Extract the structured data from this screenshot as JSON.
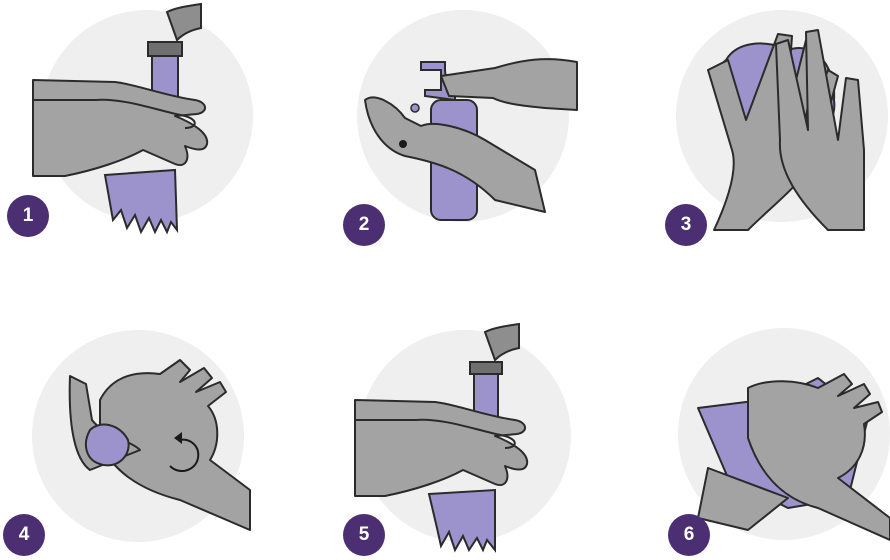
{
  "colors": {
    "circle": "#efefef",
    "skin": "#a3a3a3",
    "outline": "#2b2b2b",
    "water": "#9d93cc",
    "badge": "#4b2f72",
    "badge_text": "#ffffff",
    "faucet": "#8e8e8e"
  },
  "steps": [
    {
      "number": "1",
      "icon": "hands-under-running-water-icon"
    },
    {
      "number": "2",
      "icon": "soap-pump-dispenser-icon"
    },
    {
      "number": "3",
      "icon": "interlaced-fingers-lather-icon"
    },
    {
      "number": "4",
      "icon": "rub-palm-circular-motion-icon"
    },
    {
      "number": "5",
      "icon": "rinse-under-running-water-icon"
    },
    {
      "number": "6",
      "icon": "dry-with-paper-towel-icon"
    }
  ]
}
